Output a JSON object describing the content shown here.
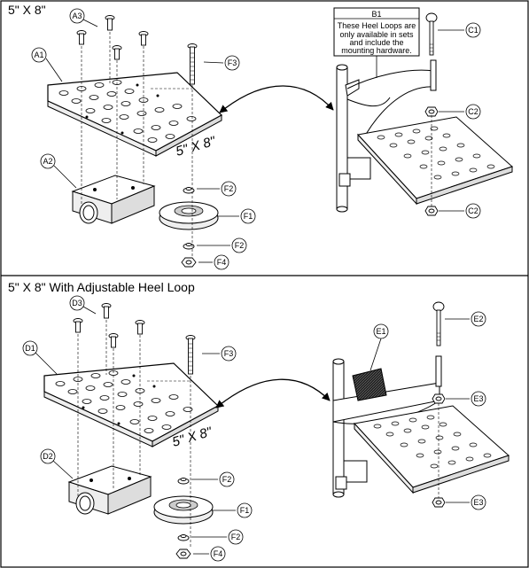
{
  "panels": [
    {
      "title": "5\" X 8\"",
      "size_label": "5\" X 8\"",
      "note": {
        "id": "B1",
        "lines": [
          "These Heel Loops are",
          "only available in sets",
          "and include the",
          "mounting hardware."
        ]
      },
      "callouts": {
        "a1": "A1",
        "a2": "A2",
        "a3": "A3",
        "f1": "F1",
        "f2a": "F2",
        "f2b": "F2",
        "f3": "F3",
        "f4": "F4",
        "c1": "C1",
        "c2a": "C2",
        "c2b": "C2"
      }
    },
    {
      "title": "5\" X 8\" With Adjustable Heel Loop",
      "size_label": "5\" X 8\"",
      "callouts": {
        "d1": "D1",
        "d2": "D2",
        "d3": "D3",
        "f1": "F1",
        "f2a": "F2",
        "f2b": "F2",
        "f3": "F3",
        "f4": "F4",
        "e1": "E1",
        "e2": "E2",
        "e3a": "E3",
        "e3b": "E3"
      }
    }
  ]
}
